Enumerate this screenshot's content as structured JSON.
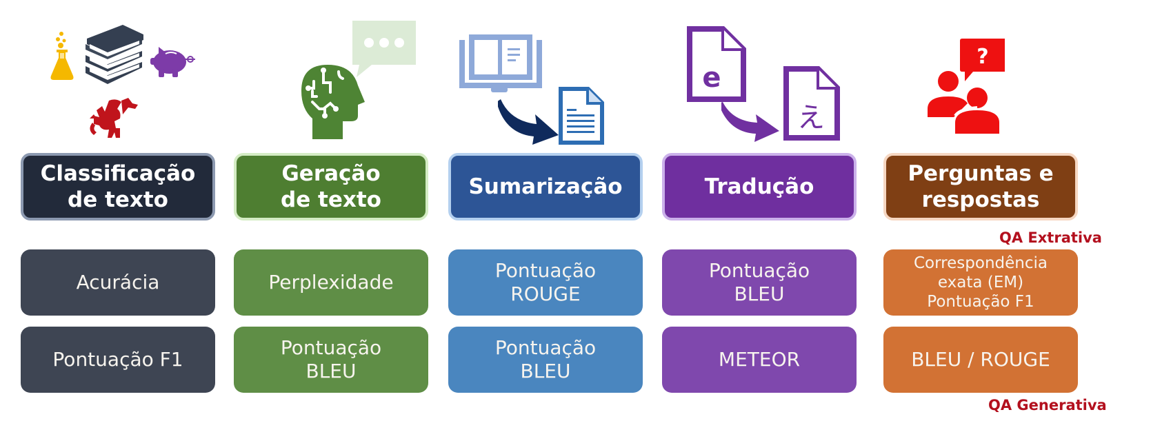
{
  "columns": [
    {
      "id": "classificacao",
      "title": "Classificação\nde texto",
      "task_color": "#222a3a",
      "task_border": "#8c99b0",
      "metric_color": "#3e4553",
      "icons": [
        "flask-icon",
        "books-icon",
        "piggy-bank-icon",
        "dragon-icon"
      ],
      "metrics": [
        "Acurácia",
        "Pontuação F1"
      ]
    },
    {
      "id": "geracao",
      "title": "Geração\nde texto",
      "task_color": "#4e7e31",
      "task_border": "#d4ecc4",
      "metric_color": "#5f8e46",
      "icons": [
        "ai-head-icon",
        "speech-bubble-icon"
      ],
      "metrics": [
        "Perplexidade",
        "Pontuação\nBLEU"
      ]
    },
    {
      "id": "sumarizacao",
      "title": "Sumarização",
      "task_color": "#2d5596",
      "task_border": "#b4d0ef",
      "metric_color": "#4a86bf",
      "icons": [
        "open-book-icon",
        "curved-arrow-icon",
        "document-icon"
      ],
      "metrics": [
        "Pontuação\nROUGE",
        "Pontuação\nBLEU"
      ]
    },
    {
      "id": "traducao",
      "title": "Tradução",
      "task_color": "#6f2f9f",
      "task_border": "#cbb1ea",
      "metric_color": "#7f48ad",
      "icons": [
        "document-e-icon",
        "curved-arrow-icon",
        "document-japanese-icon"
      ],
      "icon_glyphs": {
        "source": "e",
        "target": "え"
      },
      "metrics": [
        "Pontuação\nBLEU",
        "METEOR"
      ]
    },
    {
      "id": "perguntas",
      "title": "Perguntas e\nrespostas",
      "task_color": "#7f3f14",
      "task_border": "#f6d7c2",
      "metric_color": "#d27234",
      "icons": [
        "people-question-icon"
      ],
      "icon_glyphs": {
        "bubble": "?"
      },
      "metrics": [
        "Correspondência\nexata (EM)\nPontuação F1",
        "BLEU / ROUGE"
      ],
      "notes": {
        "top": "QA Extrativa",
        "bottom": "QA Generativa"
      }
    }
  ],
  "colors": {
    "flask": "#f5b800",
    "books": "#343f51",
    "piggy": "#7d3ba8",
    "dragon": "#c0141c",
    "head": "#4e8434",
    "bubble_light": "#dcebd6",
    "open_book": "#8ea9d9",
    "doc_blue": "#2d6db3",
    "arrow_navy": "#0f2a5c",
    "translate_purple": "#7030a0",
    "qa_red": "#ee1111",
    "qa_note": "#b3101e"
  }
}
